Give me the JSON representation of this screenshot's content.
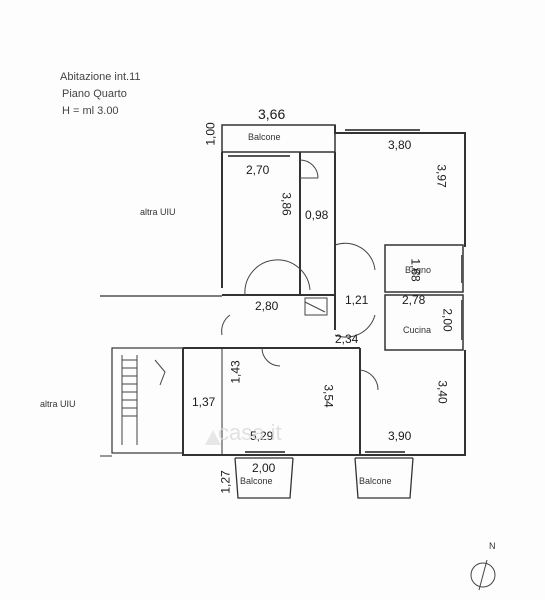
{
  "header": {
    "line1": "Abitazione int.11",
    "line2": "Piano Quarto",
    "line3": "H = ml 3.00"
  },
  "labels": {
    "balcone_top": "Balcone",
    "balcone_bottom_left": "Balcone",
    "balcone_bottom_right": "Balcone",
    "bagno": "Bagno",
    "cucina": "Cucina",
    "altra_uiu_top": "altra UIU",
    "altra_uiu_left": "altra UIU",
    "north": "N"
  },
  "dimensions": {
    "d_366": "3,66",
    "d_100": "1,00",
    "d_380": "3,80",
    "d_397": "3,97",
    "d_270": "2,70",
    "d_386": "3,86",
    "d_098": "0,98",
    "d_168": "1,68",
    "d_280": "2,80",
    "d_121": "1,21",
    "d_278": "2,78",
    "d_200_v": "2,00",
    "d_234": "2,34",
    "d_143": "1,43",
    "d_354": "3,54",
    "d_340": "3,40",
    "d_137": "1,37",
    "d_529": "5,29",
    "d_390": "3,90",
    "d_200_h": "2,00",
    "d_127": "1,27"
  },
  "watermark": "casa.it",
  "colors": {
    "wall": "#333333",
    "thin_line": "#555555",
    "watermark": "#d8d8d8"
  }
}
